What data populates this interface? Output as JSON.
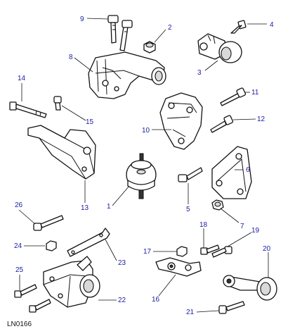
{
  "diagram": {
    "reference_code": "LN0166",
    "callout_color": "#1a1aa6",
    "callouts": [
      "1",
      "2",
      "3",
      "4",
      "5",
      "6",
      "7",
      "8",
      "9",
      "10",
      "11",
      "12",
      "13",
      "14",
      "15",
      "16",
      "17",
      "18",
      "19",
      "20",
      "21",
      "22",
      "23",
      "24",
      "25",
      "26"
    ]
  }
}
